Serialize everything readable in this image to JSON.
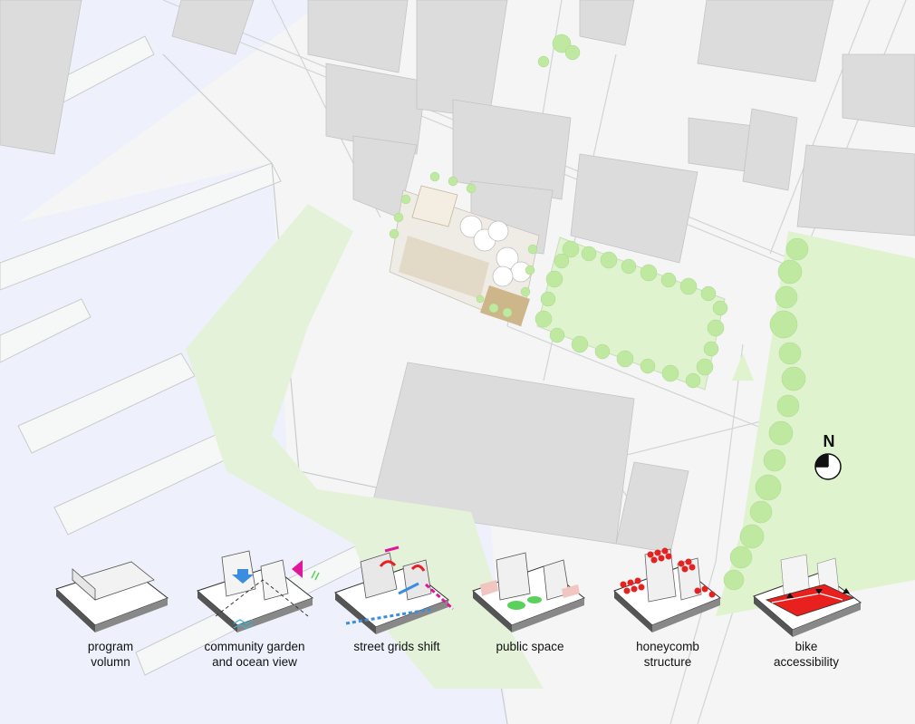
{
  "north_arrow": {
    "label": "N"
  },
  "diagrams": [
    {
      "line1": "program",
      "line2": "volumn"
    },
    {
      "line1": "community garden",
      "line2": "and ocean view"
    },
    {
      "line1": "street grids shift",
      "line2": ""
    },
    {
      "line1": "public space",
      "line2": ""
    },
    {
      "line1": "honeycomb",
      "line2": "structure"
    },
    {
      "line1": "bike",
      "line2": "accessibility"
    }
  ],
  "colors": {
    "water": "#eef1fb",
    "land": "#f4f5f4",
    "building": "#dcdcdc",
    "park": "#dff3cf",
    "tree": "#bfe9a0",
    "accent_red": "#e8201e",
    "accent_blue": "#3b8de0",
    "accent_magenta": "#e0179a",
    "accent_green": "#5bd15b"
  }
}
